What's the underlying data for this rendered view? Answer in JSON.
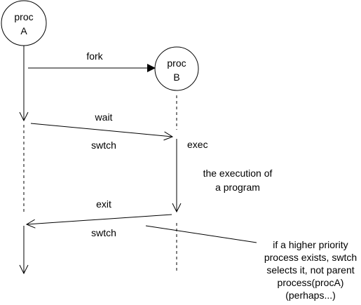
{
  "nodes": {
    "proc_a": {
      "line1": "proc",
      "line2": "A"
    },
    "proc_b": {
      "line1": "proc",
      "line2": "B"
    }
  },
  "labels": {
    "fork": "fork",
    "wait": "wait",
    "swtch_top": "swtch",
    "exec": "exec",
    "execution_line1": "the execution of",
    "execution_line2": "a program",
    "exit": "exit",
    "swtch_bottom": "swtch"
  },
  "note": {
    "line1": "if a higher priority",
    "line2": "process exists, swtch",
    "line3": "selects it, not parent",
    "line4": "process(procA)",
    "line5": "(perhaps...)"
  },
  "colors": {
    "stroke": "#000000",
    "background": "#ffffff"
  }
}
